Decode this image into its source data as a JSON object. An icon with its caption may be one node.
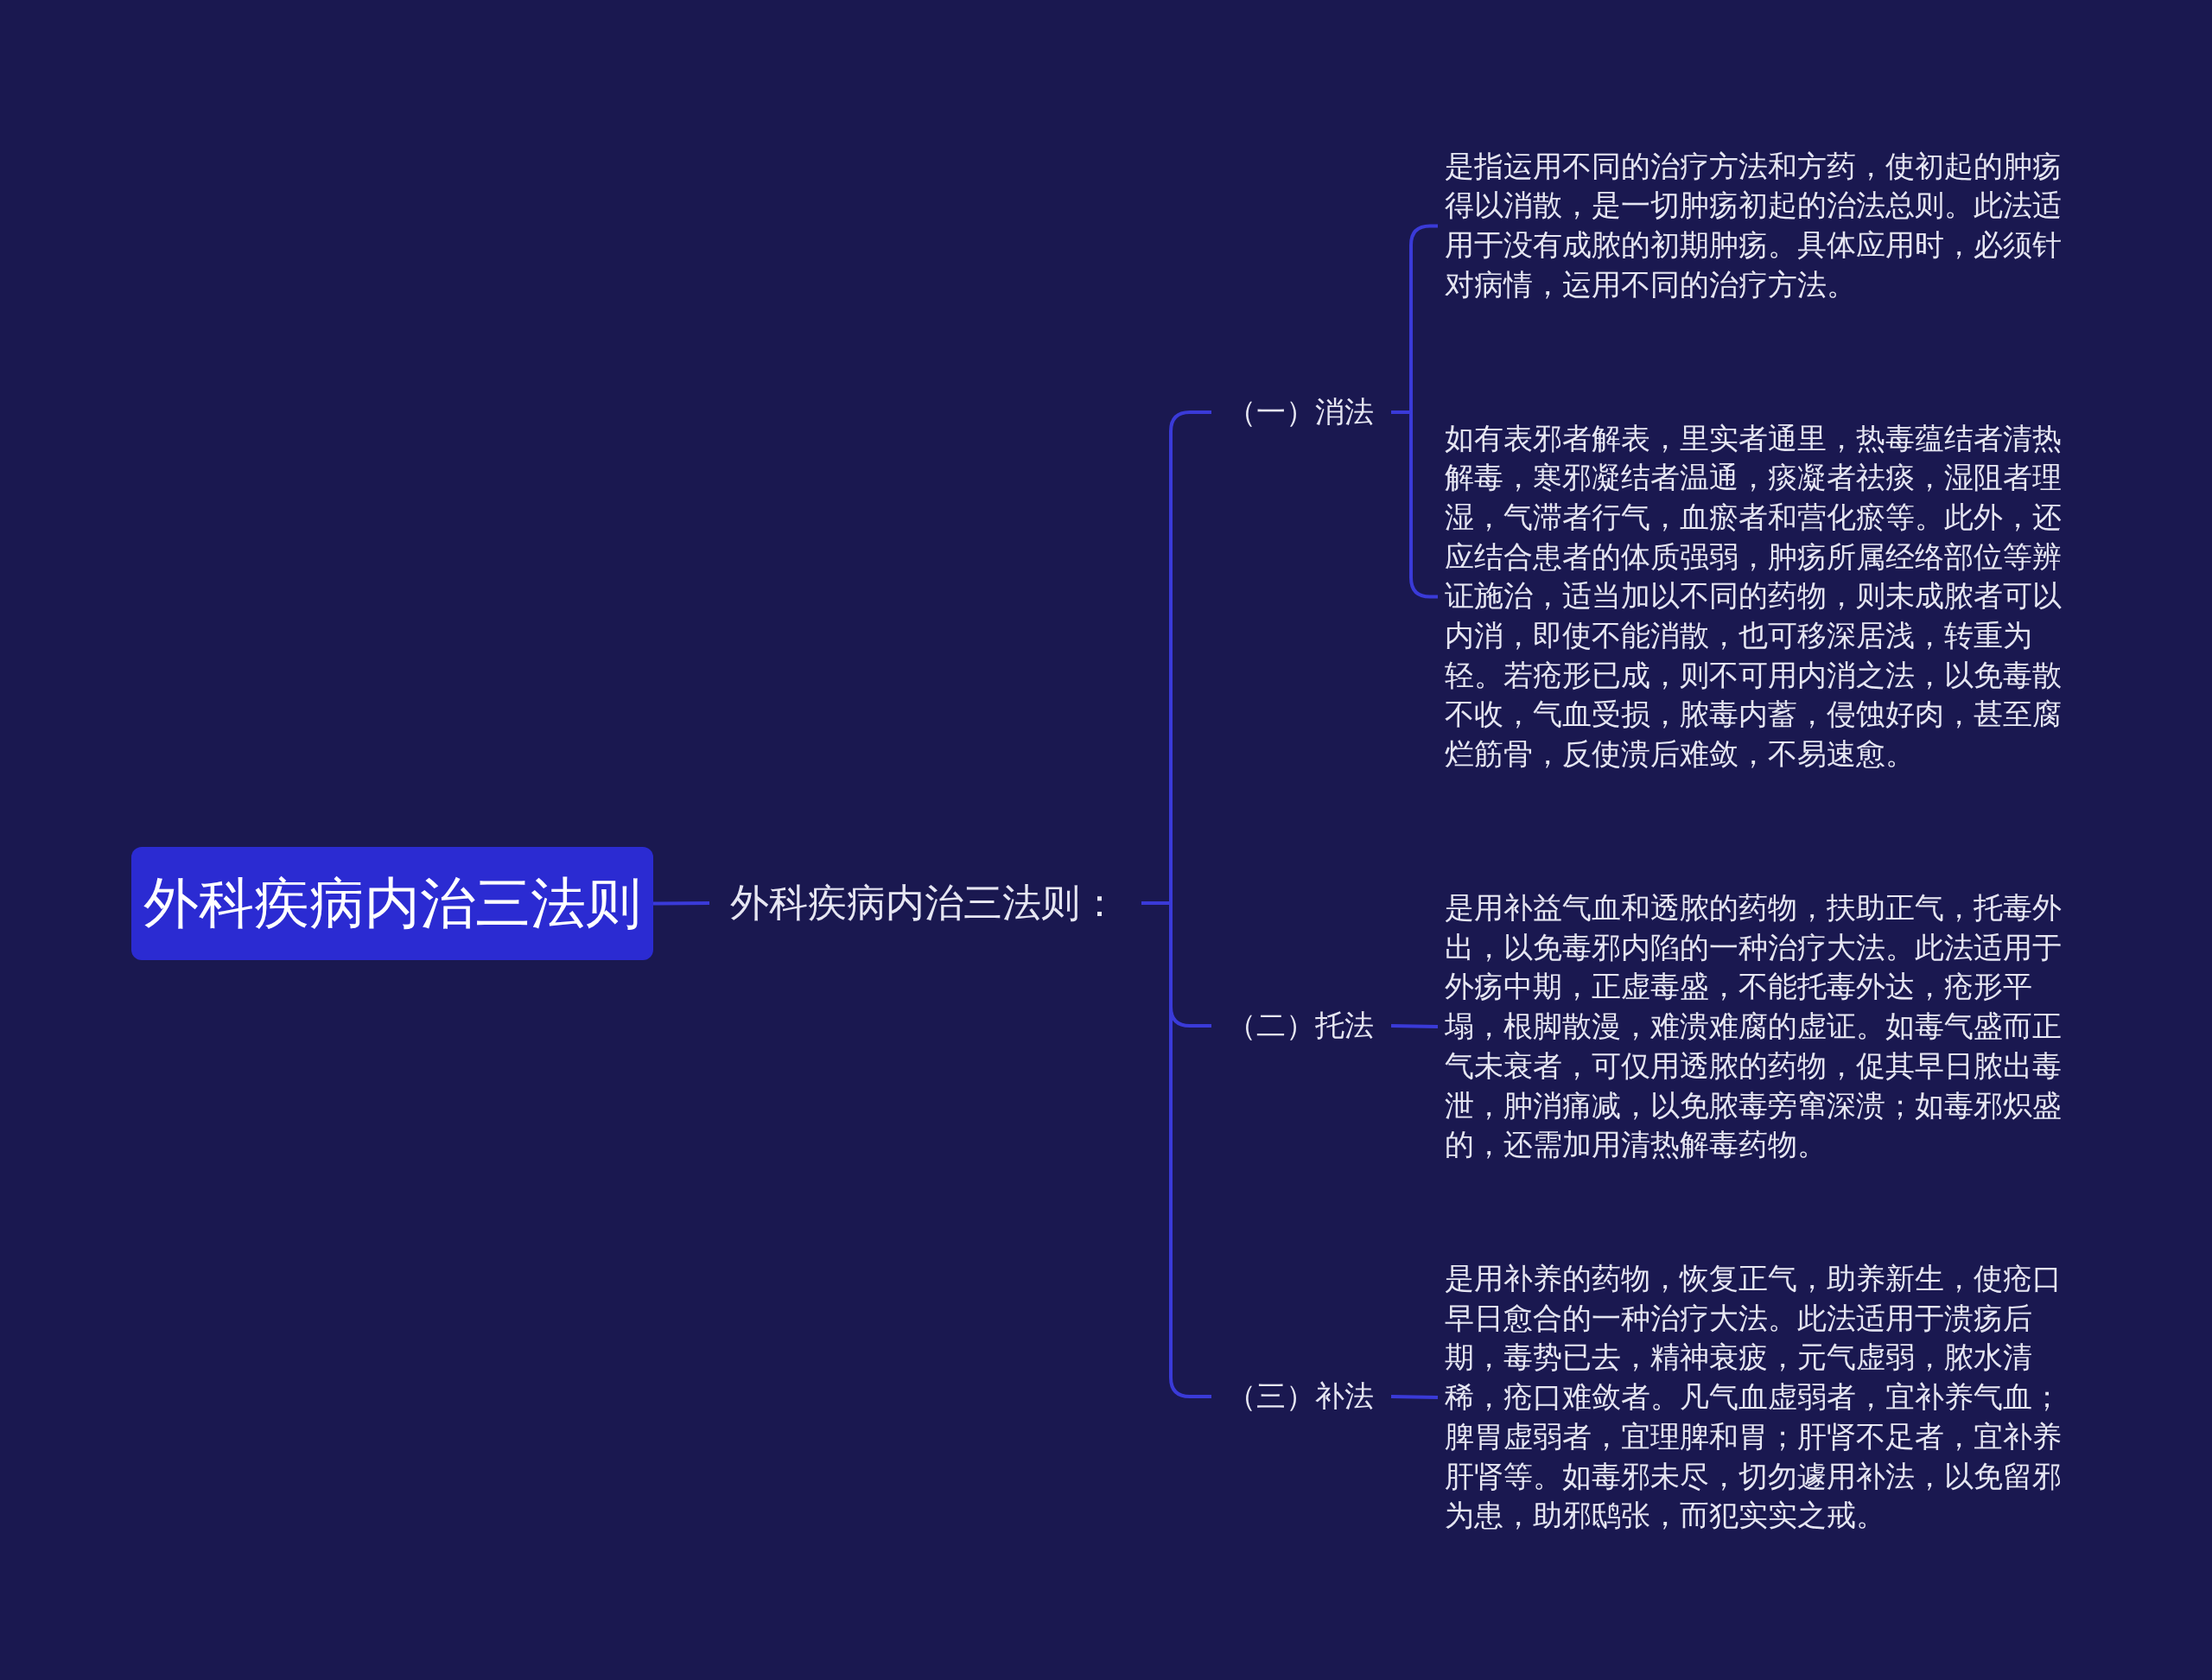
{
  "diagram": {
    "nodes": [
      {
        "text": [
          "外科疾病内治三法则"
        ]
      },
      {
        "text": [
          "外科疾病内治三法则："
        ]
      },
      {
        "text": [
          "（一）消法"
        ]
      },
      {
        "text": [
          "是指运用不同的治疗方法和方药，使初起的肿疡得以消散，是一切肿疡初起的治法总则。此法适用于没有成脓的初期肿疡。具体应用时，必须针对病情，运用不同的治疗方法。"
        ]
      },
      {
        "text": [
          "如有表邪者解表，里实者通里，热毒蕴结者清热解毒，寒邪凝结者温通，痰凝者祛痰，湿阻者理湿，气滞者行气，血瘀者和营化瘀等。此外，还应结合患者的体质强弱，肿疡所属经络部位等辨证施治，适当加以不同的药物，则未成脓者可以内消，即使不能消散，也可移深居浅，转重为轻。若疮形已成，则不可用内消之法，以免毒散不收，气血受损，脓毒内蓄，侵蚀好肉，甚至腐烂筋骨，反使溃后难敛，不易速愈。"
        ]
      },
      {
        "text": [
          "（二）托法"
        ]
      },
      {
        "text": [
          "是用补益气血和透脓的药物，扶助正气，托毒外出，以免毒邪内陷的一种治疗大法。此法适用于外疡中期，正虚毒盛，不能托毒外达，疮形平塌，根脚散漫，难溃难腐的虚证。如毒气盛而正气未衰者，可仅用透脓的药物，促其早日脓出毒泄，肿消痛减，以免脓毒旁窜深溃；如毒邪炽盛的，还需加用清热解毒药物。"
        ]
      },
      {
        "text": [
          "（三）补法"
        ]
      },
      {
        "text": [
          "是用补养的药物，恢复正气，助养新生，使疮口早日愈合的一种治疗大法。此法适用于溃疡后期，毒势已去，精神衰疲，元气虚弱，脓水清稀，疮口难敛者。凡气血虚弱者，宜补养气血；脾胃虚弱者，宜理脾和胃；肝肾不足者，宜补养肝肾等。如毒邪未尽，切勿遽用补法，以免留邪为患，助邪鸱张，而犯实实之戒。"
        ]
      }
    ],
    "edges": [
      {
        "from": 0,
        "to": 1,
        "arrow": "none"
      },
      {
        "from": 1,
        "to": 2,
        "arrow": "none"
      },
      {
        "from": 1,
        "to": 5,
        "arrow": "none"
      },
      {
        "from": 1,
        "to": 7,
        "arrow": "none"
      },
      {
        "from": 2,
        "to": 3,
        "arrow": "none"
      },
      {
        "from": 2,
        "to": 4,
        "arrow": "none"
      },
      {
        "from": 5,
        "to": 6,
        "arrow": "none"
      },
      {
        "from": 7,
        "to": 8,
        "arrow": "none"
      }
    ]
  }
}
